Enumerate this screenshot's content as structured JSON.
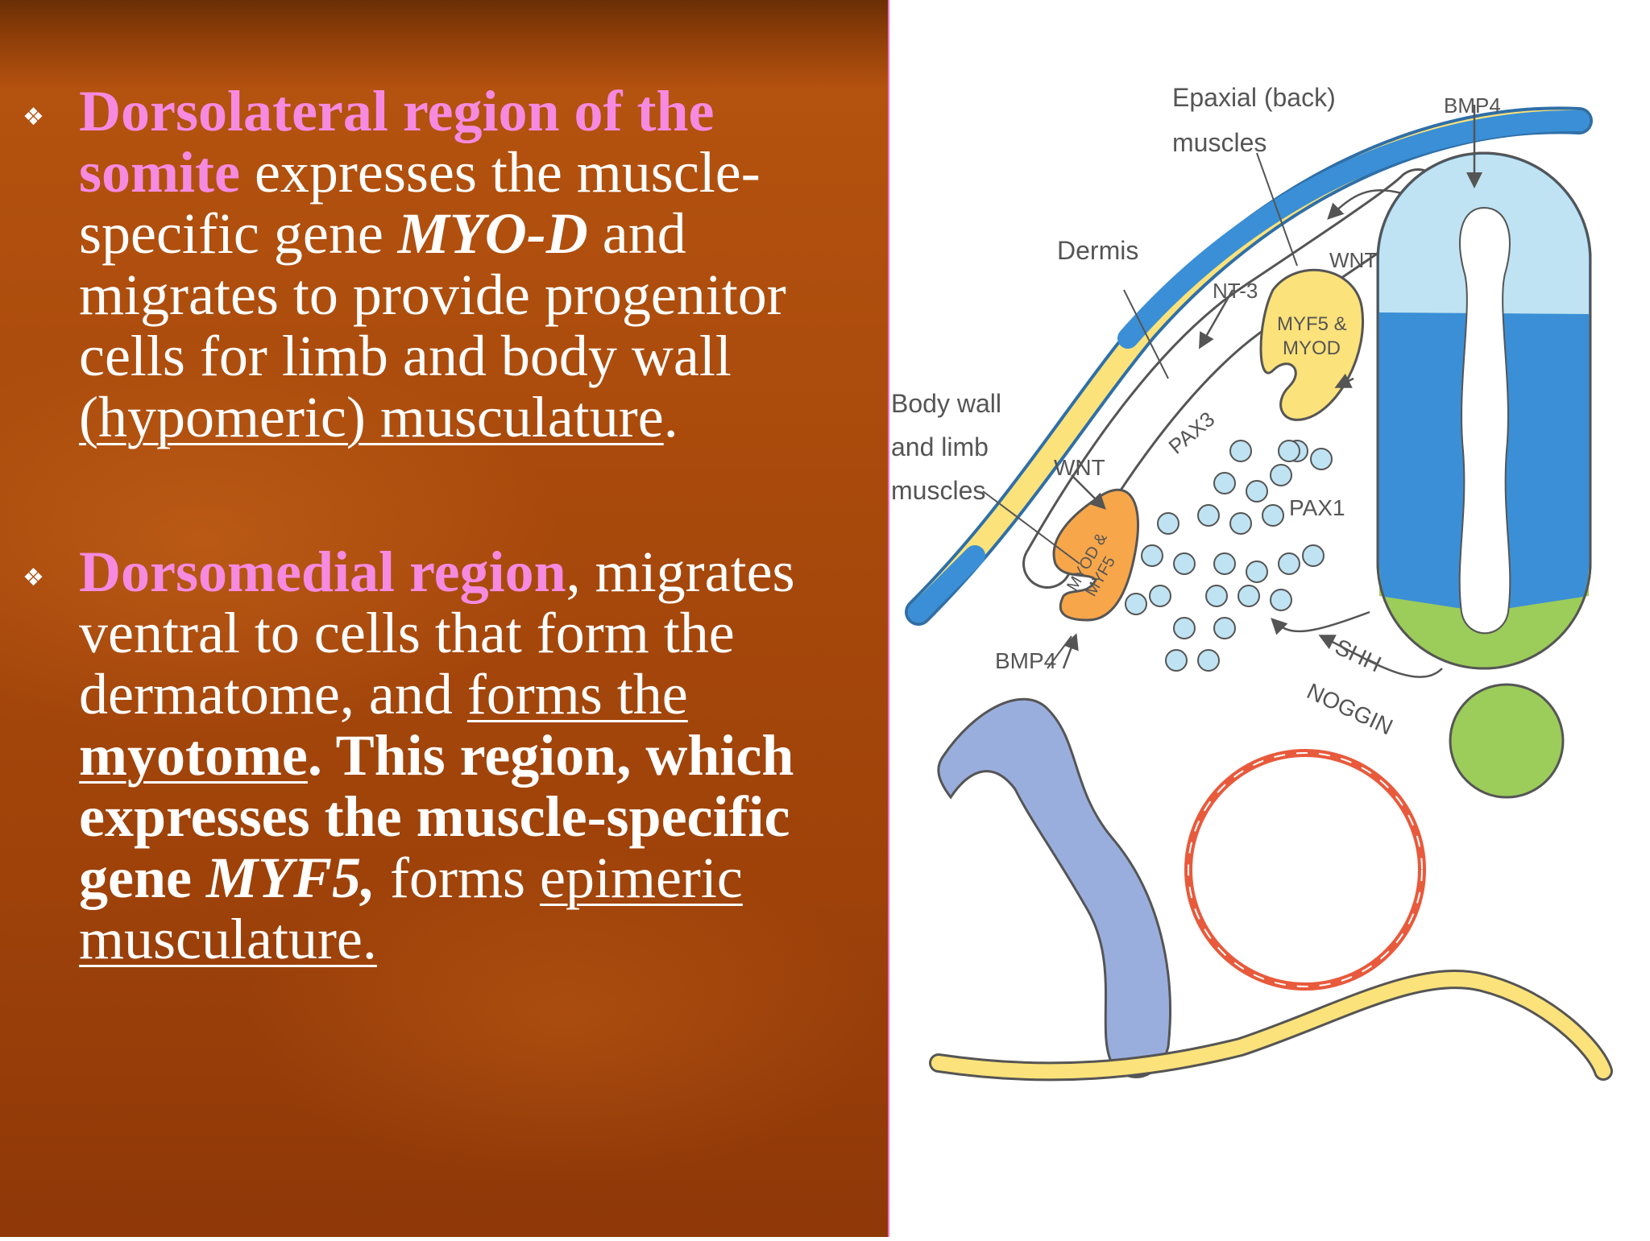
{
  "bullets": [
    {
      "icon": "diamond-bullet-icon",
      "highlight": "Dorsolateral region of the somite",
      "t1": " expresses the muscle-specific gene ",
      "gene": "MYO-D",
      "t2": " and migrates to provide progenitor cells for limb and body wall ",
      "underlined": "(hypomeric) musculature",
      "t3": "."
    },
    {
      "icon": "diamond-bullet-icon",
      "highlight": "Dorsomedial region",
      "t1": ", migrates ventral to cells that form the dermatome, and ",
      "u_plain": "forms the ",
      "u_bold": "myotome",
      "t2": ". This region, which expresses the muscle-specific gene ",
      "gene": "MYF5,",
      "t3": " forms ",
      "underlined": "epimeric musculature."
    }
  ],
  "figure": {
    "labels": {
      "epaxial_line1": "Epaxial (back)",
      "epaxial_line2": "muscles",
      "bmp4_top": "BMP4",
      "dermis": "Dermis",
      "wnt_top": "WNT",
      "nt3": "NT-3",
      "myf5_myod_line1": "MYF5 &",
      "myf5_myod_line2": "MYOD",
      "body_wall_line1": "Body wall",
      "body_wall_line2": "and limb",
      "body_wall_line3": "muscles",
      "wnt_left": "WNT",
      "pax3": "PAX3",
      "pax1": "PAX1",
      "myod_myf5_line1": "MYOD &",
      "myod_myf5_line2": "MYF5",
      "bmp4_bottom": "BMP4",
      "shh": "SHH",
      "noggin": "NOGGIN"
    },
    "colors": {
      "blue": "#3a8fd6",
      "light_blue": "#bfe3f2",
      "green": "#9ccc5a",
      "yellow": "#fbe27a",
      "orange": "#f7a64a",
      "red": "#e85a3c",
      "lavender": "#9aaede"
    }
  }
}
